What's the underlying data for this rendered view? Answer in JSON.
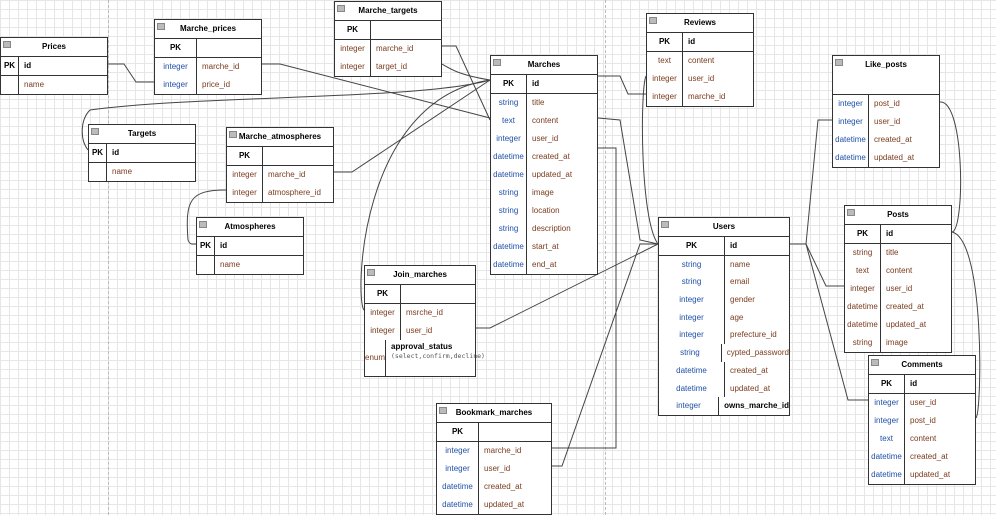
{
  "colors": {
    "grid": "#e6e6e6",
    "border": "#333333",
    "type_blue": "#1f4fa8",
    "name_brown": "#7a3b1e"
  },
  "tables": [
    {
      "title": "Prices",
      "rows": [
        [
          "PK",
          "id"
        ],
        [
          "",
          "name"
        ]
      ]
    },
    {
      "title": "Marche_prices",
      "rows": [
        [
          "PK",
          ""
        ],
        [
          "integer",
          "marche_id"
        ],
        [
          "integer",
          "price_id"
        ]
      ]
    },
    {
      "title": "Marche_targets",
      "rows": [
        [
          "PK",
          ""
        ],
        [
          "integer",
          "marche_id"
        ],
        [
          "integer",
          "target_id"
        ]
      ]
    },
    {
      "title": "Targets",
      "rows": [
        [
          "PK",
          "id"
        ],
        [
          "",
          "name"
        ]
      ]
    },
    {
      "title": "Marche_atmospheres",
      "rows": [
        [
          "PK",
          ""
        ],
        [
          "integer",
          "marche_id"
        ],
        [
          "integer",
          "atmosphere_id"
        ]
      ]
    },
    {
      "title": "Atmospheres",
      "rows": [
        [
          "PK",
          "id"
        ],
        [
          "",
          "name"
        ]
      ]
    },
    {
      "title": "Marches",
      "rows": [
        [
          "PK",
          "id"
        ],
        [
          "string",
          "title"
        ],
        [
          "text",
          "content"
        ],
        [
          "integer",
          "user_id"
        ],
        [
          "datetime",
          "created_at"
        ],
        [
          "datetime",
          "updated_at"
        ],
        [
          "string",
          "image"
        ],
        [
          "string",
          "location"
        ],
        [
          "string",
          "description"
        ],
        [
          "datetime",
          "start_at"
        ],
        [
          "datetime",
          "end_at"
        ]
      ]
    },
    {
      "title": "Join_marches",
      "rows": [
        [
          "PK",
          ""
        ],
        [
          "integer",
          "msrche_id"
        ],
        [
          "integer",
          "user_id"
        ],
        [
          "enum",
          "approval_status",
          "(select,confirm,decline)"
        ]
      ]
    },
    {
      "title": "Bookmark_marches",
      "rows": [
        [
          "PK",
          ""
        ],
        [
          "integer",
          "marche_id"
        ],
        [
          "integer",
          "user_id"
        ],
        [
          "datetime",
          "created_at"
        ],
        [
          "datetime",
          "updated_at"
        ]
      ]
    },
    {
      "title": "Reviews",
      "rows": [
        [
          "PK",
          "id"
        ],
        [
          "text",
          "content"
        ],
        [
          "integer",
          "user_id"
        ],
        [
          "integer",
          "marche_id"
        ]
      ]
    },
    {
      "title": "Users",
      "rows": [
        [
          "PK",
          "id"
        ],
        [
          "string",
          "name"
        ],
        [
          "string",
          "email"
        ],
        [
          "integer",
          "gender"
        ],
        [
          "integer",
          "age"
        ],
        [
          "integer",
          "prefecture_id"
        ],
        [
          "string",
          "cypted_password"
        ],
        [
          "datetime",
          "created_at"
        ],
        [
          "datetime",
          "updated_at"
        ],
        [
          "integer",
          "owns_marche_id"
        ]
      ]
    },
    {
      "title": "Like_posts",
      "rows": [
        [
          "integer",
          "post_id"
        ],
        [
          "integer",
          "user_id"
        ],
        [
          "datetime",
          "created_at"
        ],
        [
          "datetime",
          "updated_at"
        ]
      ]
    },
    {
      "title": "Posts",
      "rows": [
        [
          "PK",
          "id"
        ],
        [
          "string",
          "title"
        ],
        [
          "text",
          "content"
        ],
        [
          "integer",
          "user_id"
        ],
        [
          "datetime",
          "created_at"
        ],
        [
          "datetime",
          "updated_at"
        ],
        [
          "string",
          "image"
        ]
      ]
    },
    {
      "title": "Comments",
      "rows": [
        [
          "PK",
          "id"
        ],
        [
          "integer",
          "user_id"
        ],
        [
          "integer",
          "post_id"
        ],
        [
          "text",
          "content"
        ],
        [
          "datetime",
          "created_at"
        ],
        [
          "datetime",
          "updated_at"
        ]
      ]
    }
  ]
}
